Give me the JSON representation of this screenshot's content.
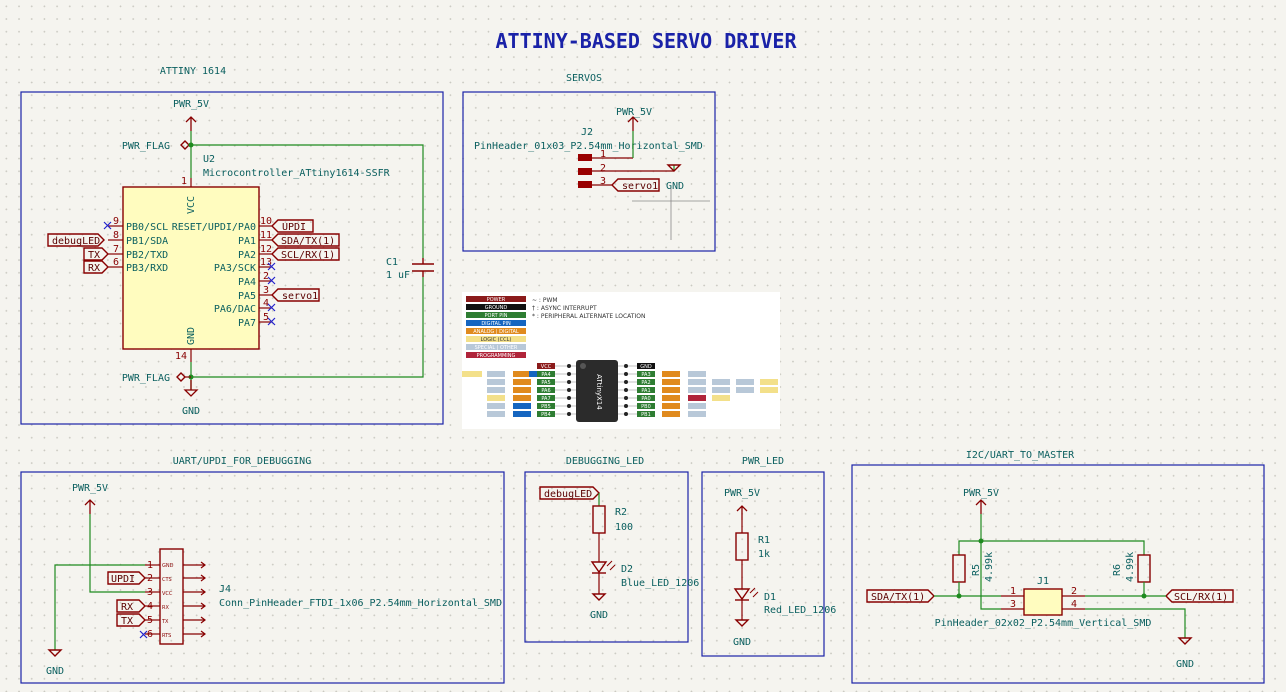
{
  "title": "ATTINY-BASED SERVO DRIVER",
  "sections": {
    "attiny": "ATTINY 1614",
    "servos": "SERVOS",
    "uart": "UART/UPDI_FOR_DEBUGGING",
    "debug_led": "DEBUGGING_LED",
    "pwr_led": "PWR_LED",
    "i2c": "I2C/UART_TO_MASTER"
  },
  "u2": {
    "ref": "U2",
    "value": "Microcontroller_ATtiny1614-SSFR",
    "vcc": "VCC",
    "gnd": "GND",
    "pin_vcc": "1",
    "pin_gnd": "14",
    "left_pins": [
      {
        "num": "9",
        "name": "PB0/SCL"
      },
      {
        "num": "8",
        "name": "PB1/SDA"
      },
      {
        "num": "7",
        "name": "PB2/TXD"
      },
      {
        "num": "6",
        "name": "PB3/RXD"
      }
    ],
    "right_pins": [
      {
        "num": "10",
        "name": "RESET/UPDI/PA0"
      },
      {
        "num": "11",
        "name": "PA1"
      },
      {
        "num": "12",
        "name": "PA2"
      },
      {
        "num": "13",
        "name": "PA3/SCK"
      },
      {
        "num": "2",
        "name": "PA4"
      },
      {
        "num": "3",
        "name": "PA5"
      },
      {
        "num": "4",
        "name": "PA6/DAC"
      },
      {
        "num": "5",
        "name": "PA7"
      }
    ]
  },
  "c1": {
    "ref": "C1",
    "value": "1 uF"
  },
  "j2": {
    "ref": "J2",
    "value": "PinHeader_01x03_P2.54mm_Horizontal_SMD",
    "pins": [
      "1",
      "2",
      "3"
    ]
  },
  "j4": {
    "ref": "J4",
    "value": "Conn_PinHeader_FTDI_1x06_P2.54mm_Horizontal_SMD",
    "pins": [
      "1",
      "2",
      "3",
      "4",
      "5",
      "6"
    ],
    "pin_names": [
      "GND",
      "CTS",
      "VCC",
      "RX",
      "TX",
      "RTS"
    ]
  },
  "r2": {
    "ref": "R2",
    "value": "100"
  },
  "d2": {
    "ref": "D2",
    "value": "Blue_LED_1206"
  },
  "r1": {
    "ref": "R1",
    "value": "1k"
  },
  "d1": {
    "ref": "D1",
    "value": "Red_LED_1206"
  },
  "r5": {
    "ref": "R5",
    "value": "4.99k"
  },
  "r6": {
    "ref": "R6",
    "value": "4.99k"
  },
  "j1": {
    "ref": "J1",
    "value": "PinHeader_02x02_P2.54mm_Vertical_SMD",
    "pins": [
      "1",
      "2",
      "3",
      "4"
    ]
  },
  "power": {
    "pwr5v": "PWR_5V",
    "gnd": "GND",
    "pwr_flag": "PWR_FLAG"
  },
  "labels": {
    "updi": "UPDI",
    "sda_tx": "SDA/TX(1)",
    "scl_rx": "SCL/RX(1)",
    "servo1": "servo1",
    "debugled": "debugLED",
    "tx": "TX",
    "rx": "RX"
  },
  "pinout": {
    "chip": "ATtinyX14",
    "legend": [
      "POWER",
      "GROUND",
      "PORT PIN",
      "DIGITAL PIN",
      "ANALOG | DIGITAL",
      "LOGIC (CCL)",
      "SPECIAL | OTHER",
      "PROGRAMMING"
    ],
    "notes": [
      "~ : PWM",
      "† : ASYNC INTERRUPT",
      "* : PERIPHERAL ALTERNATE LOCATION"
    ],
    "left_port": [
      "VCC",
      "PA4",
      "PA5",
      "PA6",
      "PA7",
      "PB5",
      "PB4"
    ],
    "right_port": [
      "GND",
      "PA3",
      "PA2",
      "PA1",
      "PA0",
      "PB0",
      "PB1"
    ],
    "colors": {
      "power": "#8b1a1a",
      "ground": "#111111",
      "port": "#2e7d32",
      "digital": "#1565c0",
      "analog": "#e08a1e",
      "logic": "#f3e08a",
      "special": "#b8c8d8",
      "programming": "#b0243a"
    }
  }
}
